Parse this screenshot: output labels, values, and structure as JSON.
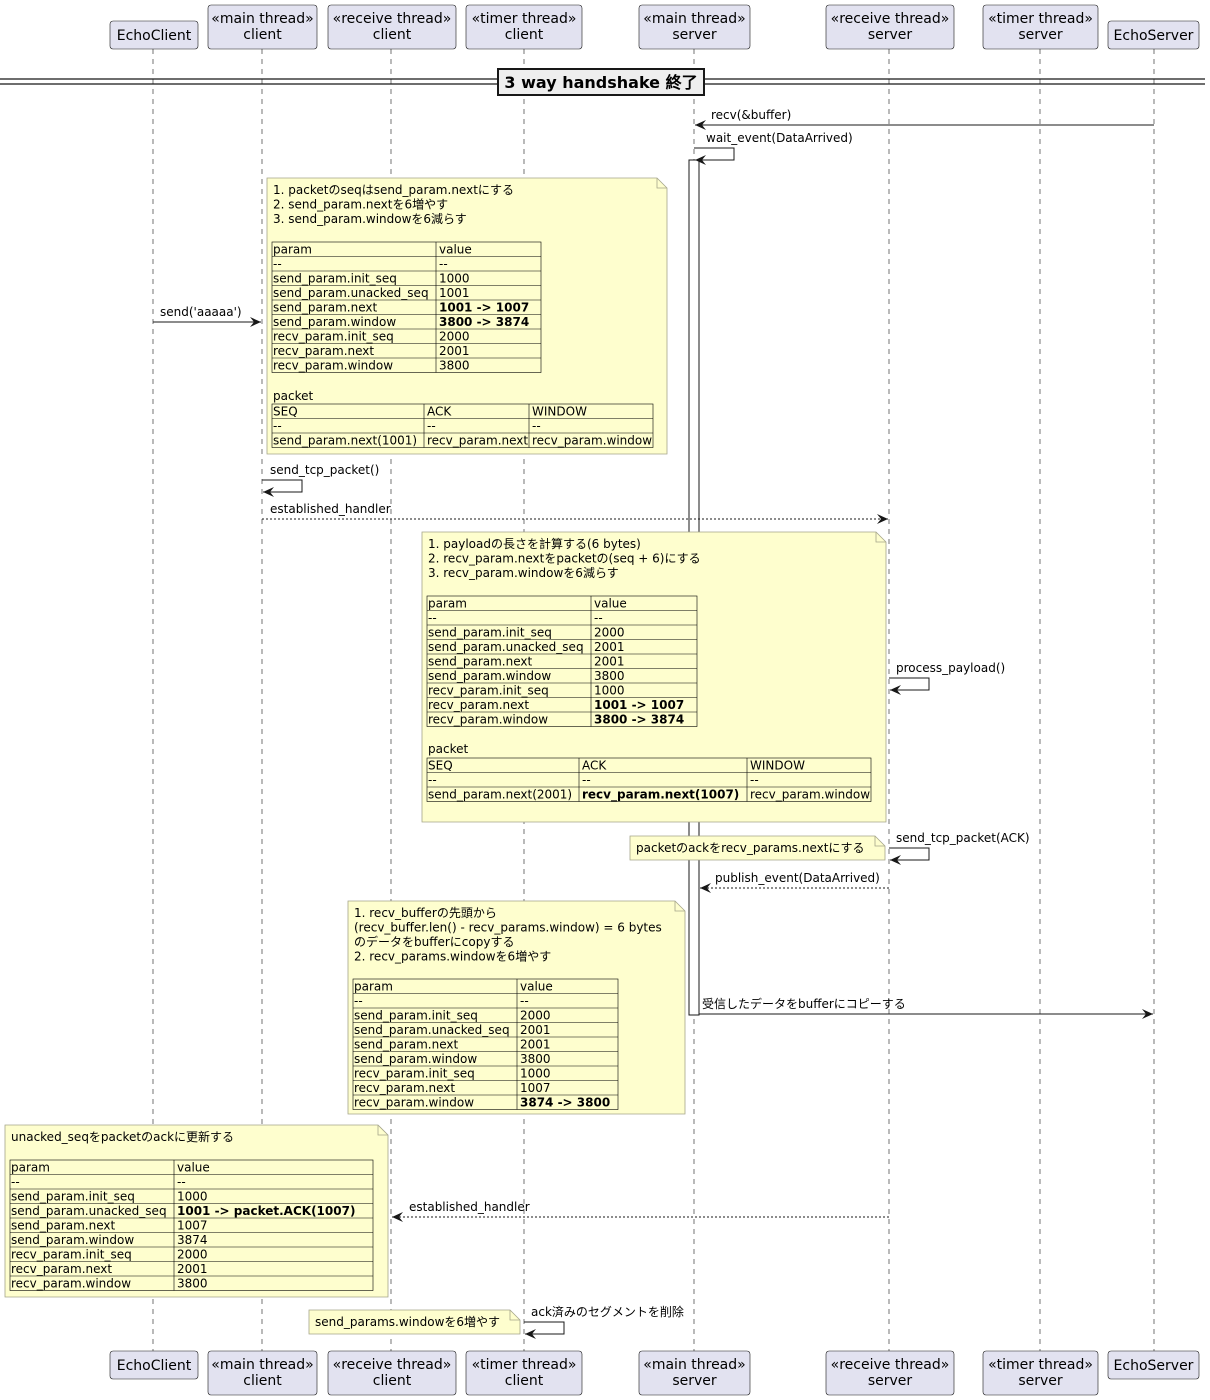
{
  "participants": [
    {
      "id": "echo_client",
      "lines": [
        "EchoClient"
      ]
    },
    {
      "id": "client_main",
      "lines": [
        "«main thread»",
        "client"
      ]
    },
    {
      "id": "client_recv",
      "lines": [
        "«receive thread»",
        "client"
      ]
    },
    {
      "id": "client_timer",
      "lines": [
        "«timer thread»",
        "client"
      ]
    },
    {
      "id": "server_main",
      "lines": [
        "«main thread»",
        "server"
      ]
    },
    {
      "id": "server_recv",
      "lines": [
        "«receive thread»",
        "server"
      ]
    },
    {
      "id": "server_timer",
      "lines": [
        "«timer thread»",
        "server"
      ]
    },
    {
      "id": "echo_server",
      "lines": [
        "EchoServer"
      ]
    }
  ],
  "divider": {
    "label": "3 way handshake 終了"
  },
  "messages": [
    {
      "id": "recv",
      "label": "recv(&buffer)",
      "from": "echo_server",
      "to": "server_main",
      "style": "solid"
    },
    {
      "id": "wait_event",
      "label": "wait_event(DataArrived)",
      "self": "server_main",
      "style": "solid"
    },
    {
      "id": "send",
      "label": "send('aaaaa')",
      "from": "echo_client",
      "to": "client_main",
      "style": "solid"
    },
    {
      "id": "send_tcp_packet",
      "label": "send_tcp_packet()",
      "self": "client_main",
      "style": "solid"
    },
    {
      "id": "established_handler_1",
      "label": "established_handler",
      "from": "client_main",
      "to": "server_recv",
      "style": "dashed"
    },
    {
      "id": "process_payload",
      "label": "process_payload()",
      "self": "server_recv",
      "style": "solid"
    },
    {
      "id": "send_tcp_packet_ack",
      "label": "send_tcp_packet(ACK)",
      "self": "server_recv",
      "style": "solid"
    },
    {
      "id": "publish_event",
      "label": "publish_event(DataArrived)",
      "from": "server_recv",
      "to": "server_main",
      "style": "dashed"
    },
    {
      "id": "copy_to_buffer",
      "label": "受信したデータをbufferにコピーする",
      "from": "server_main",
      "to": "echo_server",
      "style": "solid"
    },
    {
      "id": "established_handler_2",
      "label": "established_handler",
      "from": "server_recv",
      "to": "client_recv",
      "style": "dashed"
    },
    {
      "id": "delete_acked",
      "label": "ack済みのセグメントを削除",
      "self": "client_timer",
      "style": "solid"
    }
  ],
  "notes": [
    {
      "id": "note1",
      "lines": [
        "1. packetのseqはsend_param.nextにする",
        "2. send_param.nextを6増やす",
        "3. send_param.windowを6減らす"
      ],
      "param_table": {
        "headers": [
          "param",
          "value"
        ],
        "rows": [
          [
            "--",
            "--"
          ],
          [
            "send_param.init_seq",
            "1000"
          ],
          [
            "send_param.unacked_seq",
            "1001"
          ],
          [
            "send_param.next",
            "1001 -> 1007"
          ],
          [
            "send_param.window",
            "3800 -> 3874"
          ],
          [
            "recv_param.init_seq",
            "2000"
          ],
          [
            "recv_param.next",
            "2001"
          ],
          [
            "recv_param.window",
            "3800"
          ]
        ],
        "bold_rows": [
          3,
          4
        ]
      },
      "packet_label": "packet",
      "packet_table": {
        "headers": [
          "SEQ",
          "ACK",
          "WINDOW"
        ],
        "rows": [
          [
            "--",
            "--",
            "--"
          ],
          [
            "send_param.next(1001)",
            "recv_param.next",
            "recv_param.window"
          ]
        ]
      }
    },
    {
      "id": "note2",
      "lines": [
        "1. payloadの長さを計算する(6 bytes)",
        "2. recv_param.nextをpacketの(seq + 6)にする",
        "3. recv_param.windowを6減らす"
      ],
      "param_table": {
        "headers": [
          "param",
          "value"
        ],
        "rows": [
          [
            "--",
            "--"
          ],
          [
            "send_param.init_seq",
            "2000"
          ],
          [
            "send_param.unacked_seq",
            "2001"
          ],
          [
            "send_param.next",
            "2001"
          ],
          [
            "send_param.window",
            "3800"
          ],
          [
            "recv_param.init_seq",
            "1000"
          ],
          [
            "recv_param.next",
            "1001 -> 1007"
          ],
          [
            "recv_param.window",
            "3800 -> 3874"
          ]
        ],
        "bold_rows": [
          6,
          7
        ]
      },
      "packet_label": "packet",
      "packet_table": {
        "headers": [
          "SEQ",
          "ACK",
          "WINDOW"
        ],
        "rows": [
          [
            "--",
            "--",
            "--"
          ],
          [
            "send_param.next(2001)",
            "recv_param.next(1007)",
            "recv_param.window"
          ]
        ],
        "bold_cell": [
          1,
          1
        ]
      }
    },
    {
      "id": "note3",
      "lines": [
        "packetのackをrecv_params.nextにする"
      ]
    },
    {
      "id": "note4",
      "lines": [
        "1. recv_bufferの先頭から",
        "(recv_buffer.len() - recv_params.window) = 6 bytes",
        "のデータをbufferにcopyする",
        "2. recv_params.windowを6増やす"
      ],
      "param_table": {
        "headers": [
          "param",
          "value"
        ],
        "rows": [
          [
            "--",
            "--"
          ],
          [
            "send_param.init_seq",
            "2000"
          ],
          [
            "send_param.unacked_seq",
            "2001"
          ],
          [
            "send_param.next",
            "2001"
          ],
          [
            "send_param.window",
            "3800"
          ],
          [
            "recv_param.init_seq",
            "1000"
          ],
          [
            "recv_param.next",
            "1007"
          ],
          [
            "recv_param.window",
            "3874 -> 3800"
          ]
        ],
        "bold_rows": [
          7
        ]
      }
    },
    {
      "id": "note5",
      "lines": [
        "unacked_seqをpacketのackに更新する"
      ],
      "param_table": {
        "headers": [
          "param",
          "value"
        ],
        "rows": [
          [
            "--",
            "--"
          ],
          [
            "send_param.init_seq",
            "1000"
          ],
          [
            "send_param.unacked_seq",
            "1001 -> packet.ACK(1007)"
          ],
          [
            "send_param.next",
            "1007"
          ],
          [
            "send_param.window",
            "3874"
          ],
          [
            "recv_param.init_seq",
            "2000"
          ],
          [
            "recv_param.next",
            "2001"
          ],
          [
            "recv_param.window",
            "3800"
          ]
        ],
        "bold_rows": [
          2
        ]
      }
    },
    {
      "id": "note6",
      "lines": [
        "send_params.windowを6増やす"
      ]
    }
  ],
  "colors": {
    "participant_fill": "#e2e2f0",
    "participant_stroke": "#181818",
    "note_fill": "#fefece",
    "note_stroke": "#a5a58a",
    "line": "#181818",
    "lifeline": "#181818",
    "activation_fill": "#ffffff"
  }
}
